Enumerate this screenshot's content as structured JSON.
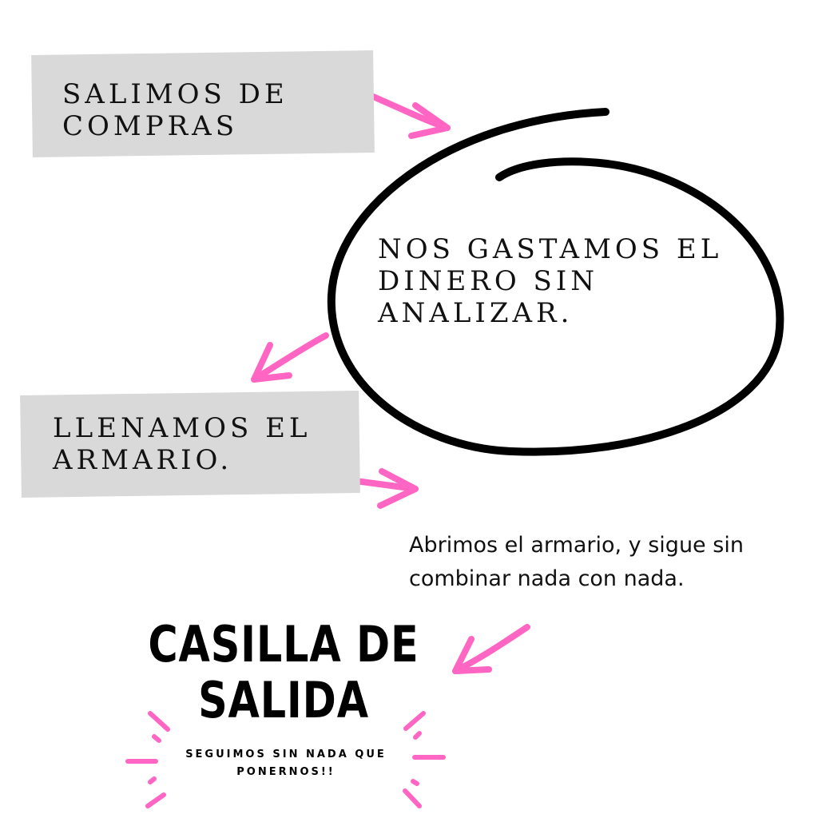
{
  "colors": {
    "accent": "#ff66c4",
    "box": "#d9d9d9",
    "ink": "#000000"
  },
  "steps": {
    "step1": [
      "SALIMOS DE",
      "COMPRAS"
    ],
    "step2": [
      "NOS GASTAMOS EL",
      "DINERO SIN",
      "ANALIZAR."
    ],
    "step3": [
      "LLENAMOS EL",
      "ARMARIO."
    ],
    "step4": [
      "Abrimos el armario, y sigue sin",
      "combinar nada con nada."
    ]
  },
  "result": {
    "title": [
      "CASILLA DE",
      "SALIDA"
    ],
    "subtitle": [
      "SEGUIMOS SIN NADA QUE",
      "PONERNOS!!"
    ]
  }
}
